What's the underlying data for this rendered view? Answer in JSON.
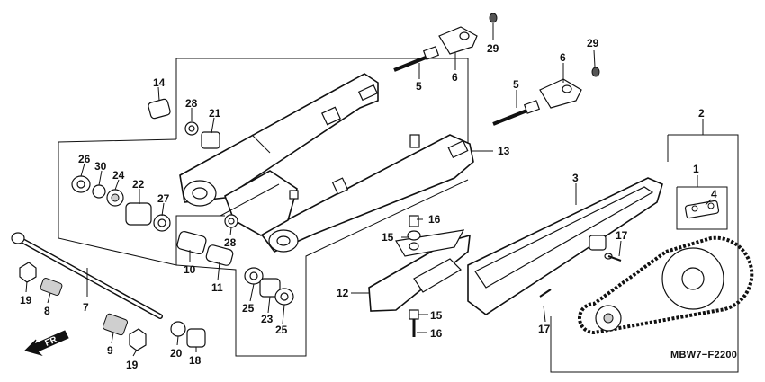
{
  "diagram_code": "MBW7−F2200",
  "direction_arrow": {
    "label": "FR"
  },
  "parts": {
    "p1": "1",
    "p2": "2",
    "p3": "3",
    "p4": "4",
    "p5a": "5",
    "p5b": "5",
    "p6a": "6",
    "p6b": "6",
    "p7": "7",
    "p8": "8",
    "p9": "9",
    "p10": "10",
    "p11": "11",
    "p12": "12",
    "p13": "13",
    "p14": "14",
    "p15a": "15",
    "p15b": "15",
    "p16a": "16",
    "p16b": "16",
    "p17a": "17",
    "p17b": "17",
    "p18": "18",
    "p19a": "19",
    "p19b": "19",
    "p20": "20",
    "p21": "21",
    "p22": "22",
    "p23": "23",
    "p24": "24",
    "p25a": "25",
    "p25b": "25",
    "p26": "26",
    "p27": "27",
    "p28a": "28",
    "p28b": "28",
    "p29a": "29",
    "p29b": "29",
    "p30": "30"
  }
}
